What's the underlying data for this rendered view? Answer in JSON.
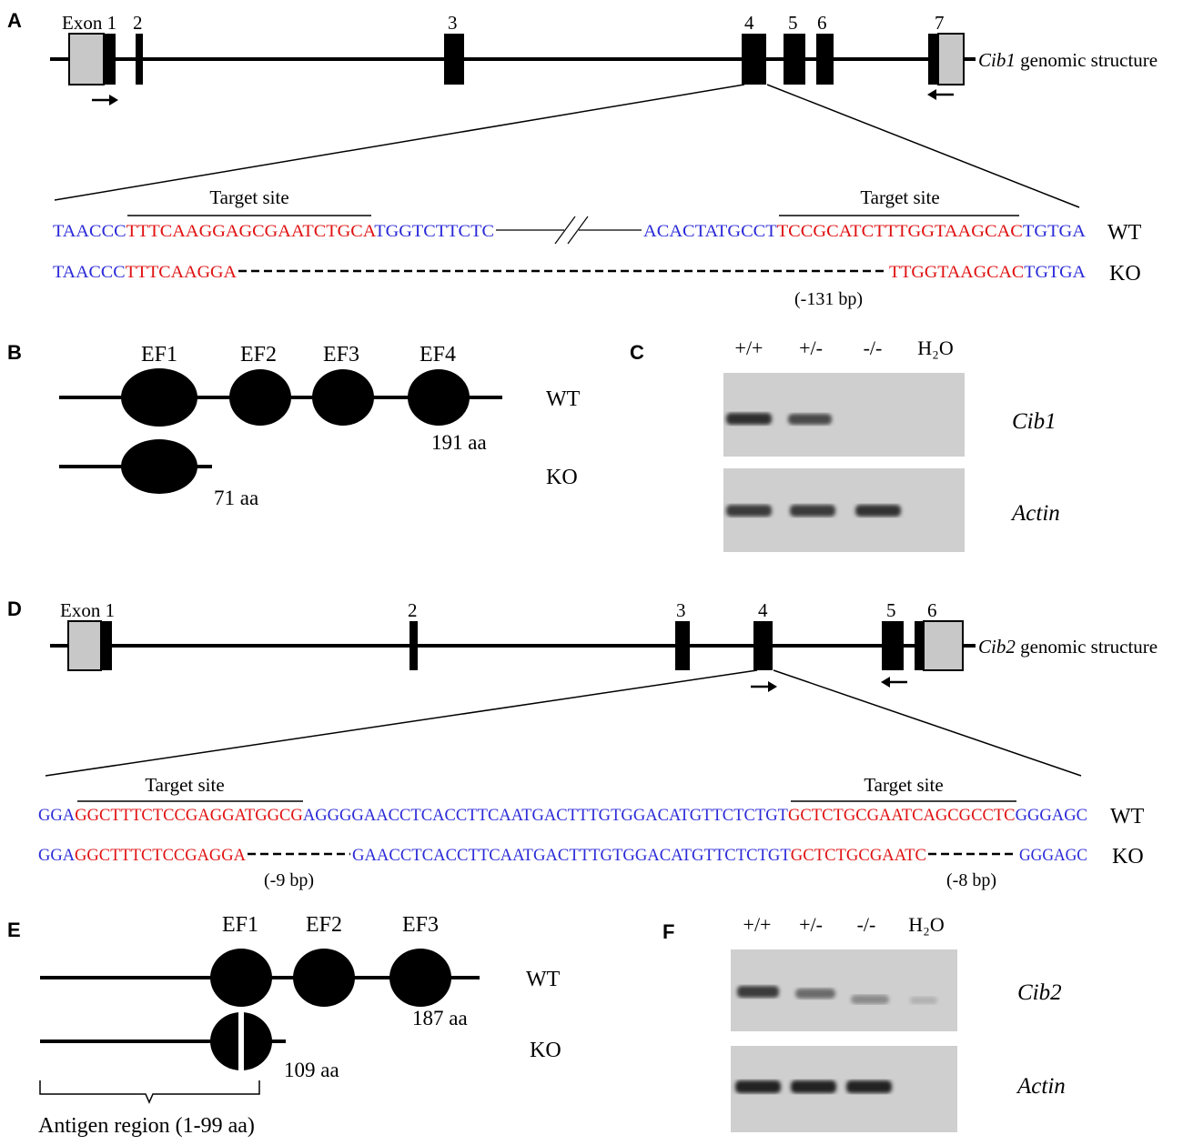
{
  "panel_labels": {
    "a": "A",
    "b": "B",
    "c": "C",
    "d": "D",
    "e": "E",
    "f": "F"
  },
  "panel_a": {
    "exon_labels": [
      "Exon 1",
      "2",
      "3",
      "4",
      "5",
      "6",
      "7"
    ],
    "gene_name": "Cib1",
    "gene_suffix": " genomic structure",
    "target_label": "Target site",
    "wt_label": "WT",
    "ko_label": "KO",
    "wt_seq": {
      "left_blue": "TAACCC",
      "left_red": "TTTCAAGGAGCGAATCTGCA",
      "left_blue2": "TGGTCTTCTC",
      "right_blue": "ACACTATGCCT",
      "right_red": "TCCGCATCTTTGGTAAGCAC",
      "right_blue2": "TGTGA"
    },
    "ko_seq": {
      "left_blue": "TAACCC",
      "left_red": "TTTCAAGGA",
      "right_red": "TTGGTAAGCAC",
      "right_blue": "TGTGA"
    },
    "deletion": "(-131 bp)"
  },
  "panel_b": {
    "domains": [
      "EF1",
      "EF2",
      "EF3",
      "EF4"
    ],
    "wt_label": "WT",
    "ko_label": "KO",
    "wt_length": "191 aa",
    "ko_length": "71 aa"
  },
  "panel_c": {
    "lanes": [
      "+/+",
      "+/-",
      "-/-",
      "H₂O"
    ],
    "gel_labels": [
      "Cib1",
      "Actin"
    ]
  },
  "panel_d": {
    "exon_labels": [
      "Exon 1",
      "2",
      "3",
      "4",
      "5",
      "6"
    ],
    "gene_name": "Cib2",
    "gene_suffix": " genomic structure",
    "target_label": "Target site",
    "wt_label": "WT",
    "ko_label": "KO",
    "wt_seq": {
      "a": "GGA",
      "b": "GGCTTTCTCCGAGGATGGCG",
      "c": "AGGGGAACCTCACCTTCAATGACTTTGTGGACATGTTCTCTGT",
      "d": "GCTCTGCGAATCAGCGCCTC",
      "e": "GGGAGC"
    },
    "ko_seq": {
      "a": "GGA",
      "b": "GGCTTTCTCCGAGGA",
      "c": "GAACCTCACCTTCAATGACTTTGTGGACATGTTCTCTGT",
      "d": "GCTCTGCGAATC",
      "e": "GGGAGC"
    },
    "deletion_1": "(-9 bp)",
    "deletion_2": "(-8 bp)"
  },
  "panel_e": {
    "domains": [
      "EF1",
      "EF2",
      "EF3"
    ],
    "wt_label": "WT",
    "ko_label": "KO",
    "wt_length": "187 aa",
    "ko_length": "109 aa",
    "antigen": "Antigen region (1-99 aa)"
  },
  "panel_f": {
    "lanes": [
      "+/+",
      "+/-",
      "-/-",
      "H₂O"
    ],
    "gel_labels": [
      "Cib2",
      "Actin"
    ]
  }
}
